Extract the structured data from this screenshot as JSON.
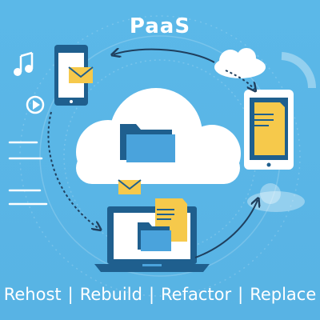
{
  "heading": "PaaS",
  "strategies": [
    "Rehost",
    "Rebuild",
    "Refactor",
    "Replace"
  ],
  "separator": "|",
  "icons": [
    "music-note-icon",
    "play-button-icon",
    "envelope-icon",
    "folder-icon",
    "document-icon",
    "cloud-icon",
    "smartphone-icon",
    "tablet-icon",
    "laptop-icon"
  ],
  "colors": {
    "background": "#5ab6e6",
    "cloud": "#ffffff",
    "device_frame": "#1f5f8e",
    "folder": "#4aa3dc",
    "document": "#f6c94b",
    "text": "#ffffff"
  }
}
